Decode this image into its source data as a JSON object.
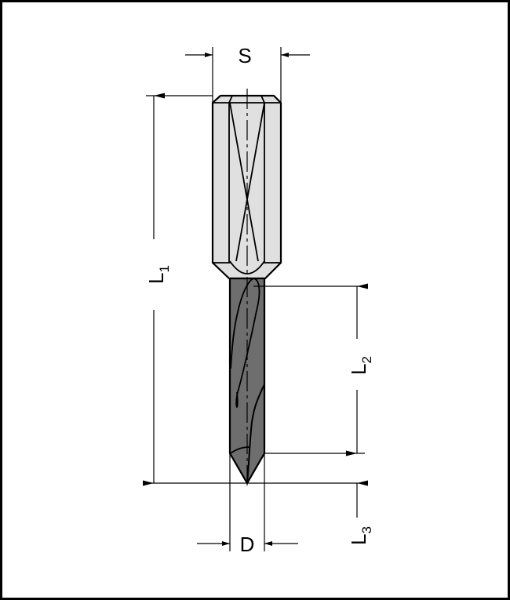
{
  "diagram": {
    "subject": "dowel drill bit dimension drawing",
    "colors": {
      "shank_fill": "#e0e0e0",
      "drill_fill": "#6e6e6e",
      "outline": "#000000",
      "dimension_line": "#000000",
      "background": "#ffffff",
      "frame": "#000000"
    },
    "labels": {
      "shank_diameter": "S",
      "overall_length": "L",
      "overall_length_sub": "1",
      "cutting_length": "L",
      "cutting_length_sub": "2",
      "tip_length": "L",
      "tip_length_sub": "3",
      "cutting_diameter": "D"
    }
  }
}
